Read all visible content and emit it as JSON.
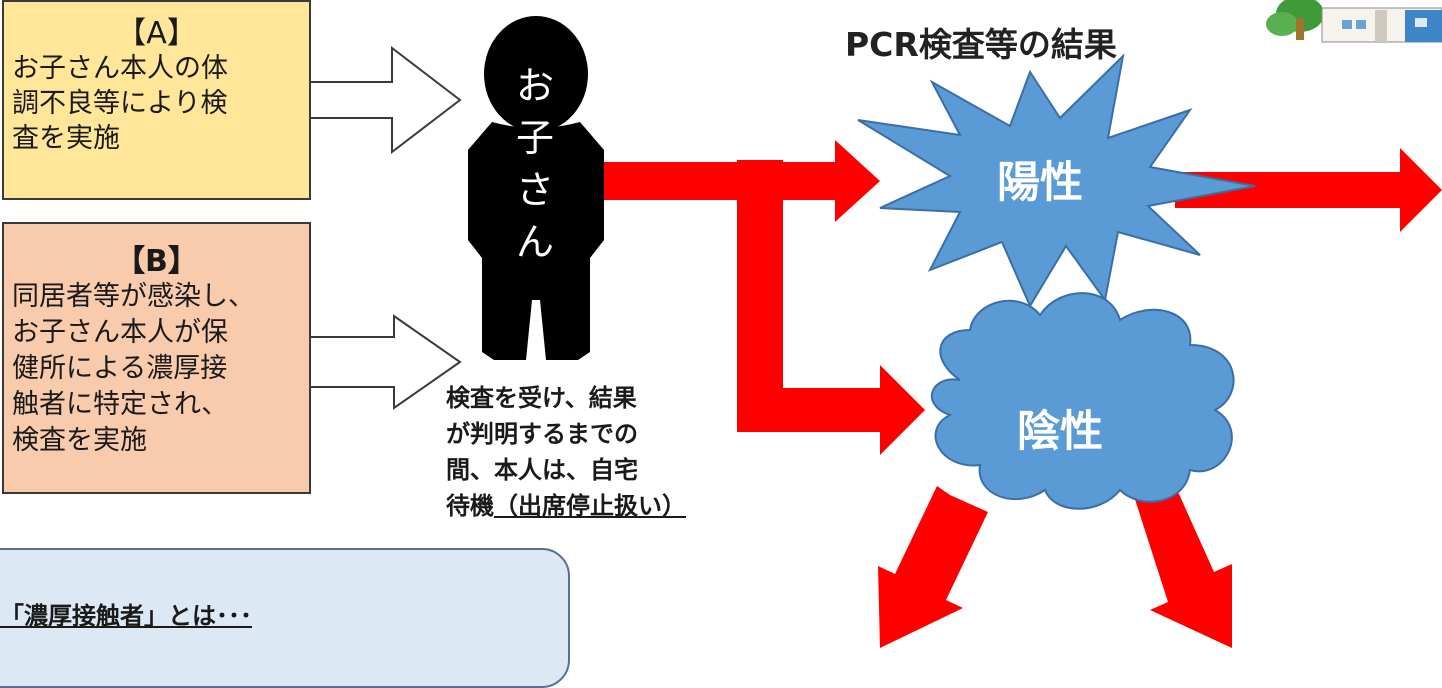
{
  "box_a": {
    "title": "【A】",
    "text": [
      "お子さん本人の体",
      "調不良等により検",
      "査を実施"
    ]
  },
  "box_b": {
    "title": "【B】",
    "text": [
      "同居者等が感染し、",
      "お子さん本人が保",
      "健所による濃厚接",
      "触者に特定され、",
      "検査を実施"
    ]
  },
  "person": {
    "label": [
      "お",
      "子",
      "さ",
      "ん"
    ]
  },
  "wait_note": {
    "lines": [
      "検査を受け、結果",
      "が判明するまでの",
      "間、本人は、自宅"
    ],
    "last_prefix": "待機",
    "last_underlined": "（出席停止扱い）"
  },
  "result_title": "PCR検査等の結果",
  "positive_label": "陽性",
  "negative_label": "陰性",
  "definition_heading": "「濃厚接触者」とは･･･",
  "colors": {
    "box_a": "#ffe699",
    "box_b": "#f8cbad",
    "arrow_red": "#ff0000",
    "result_blue": "#5b9bd5",
    "note_bg": "#dde8f5"
  }
}
